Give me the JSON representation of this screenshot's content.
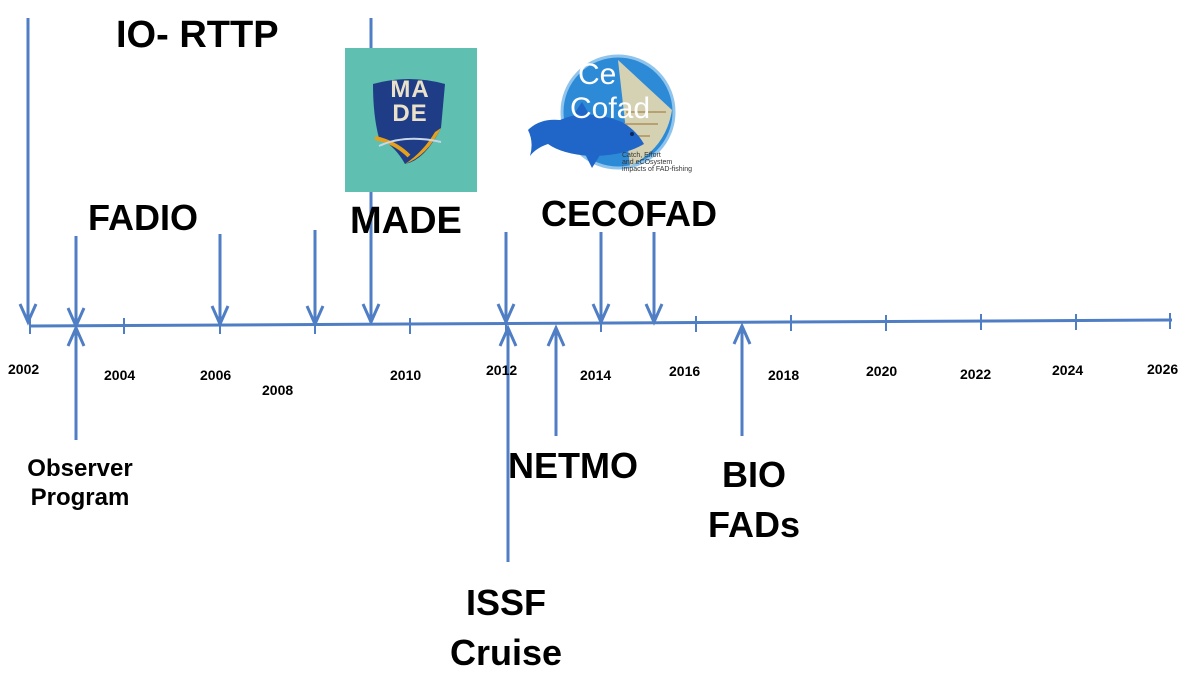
{
  "timeline": {
    "years": [
      "2002",
      "2004",
      "2006",
      "2008",
      "2010",
      "2012",
      "2014",
      "2016",
      "2018",
      "2020",
      "2022",
      "2024",
      "2026"
    ],
    "colors": {
      "axis": "#4f7ec4",
      "arrow": "#4f7ec4",
      "text": "#000000"
    }
  },
  "labels": {
    "io_rttp": "IO- RTTP",
    "fadio": "FADIO",
    "made": "MADE",
    "cecofad": "CECOFAD",
    "observer_line1": "Observer",
    "observer_line2": "Program",
    "netmo": "NETMO",
    "bio": "BIO",
    "fads": "FADs",
    "issf": "ISSF",
    "cruise": "Cruise"
  },
  "logos": {
    "made": {
      "text_line1": "MA",
      "text_line2": "DE",
      "background": "#5fbfb1"
    },
    "cecofad": {
      "text_line1": "Ce",
      "text_line2": "Cofad",
      "caption": [
        "Catch, Effort",
        "and eCOsystem",
        "impacts of FAD-fishing"
      ],
      "circle_color": "#2d8ad6",
      "fish_color": "#2066c8"
    }
  }
}
